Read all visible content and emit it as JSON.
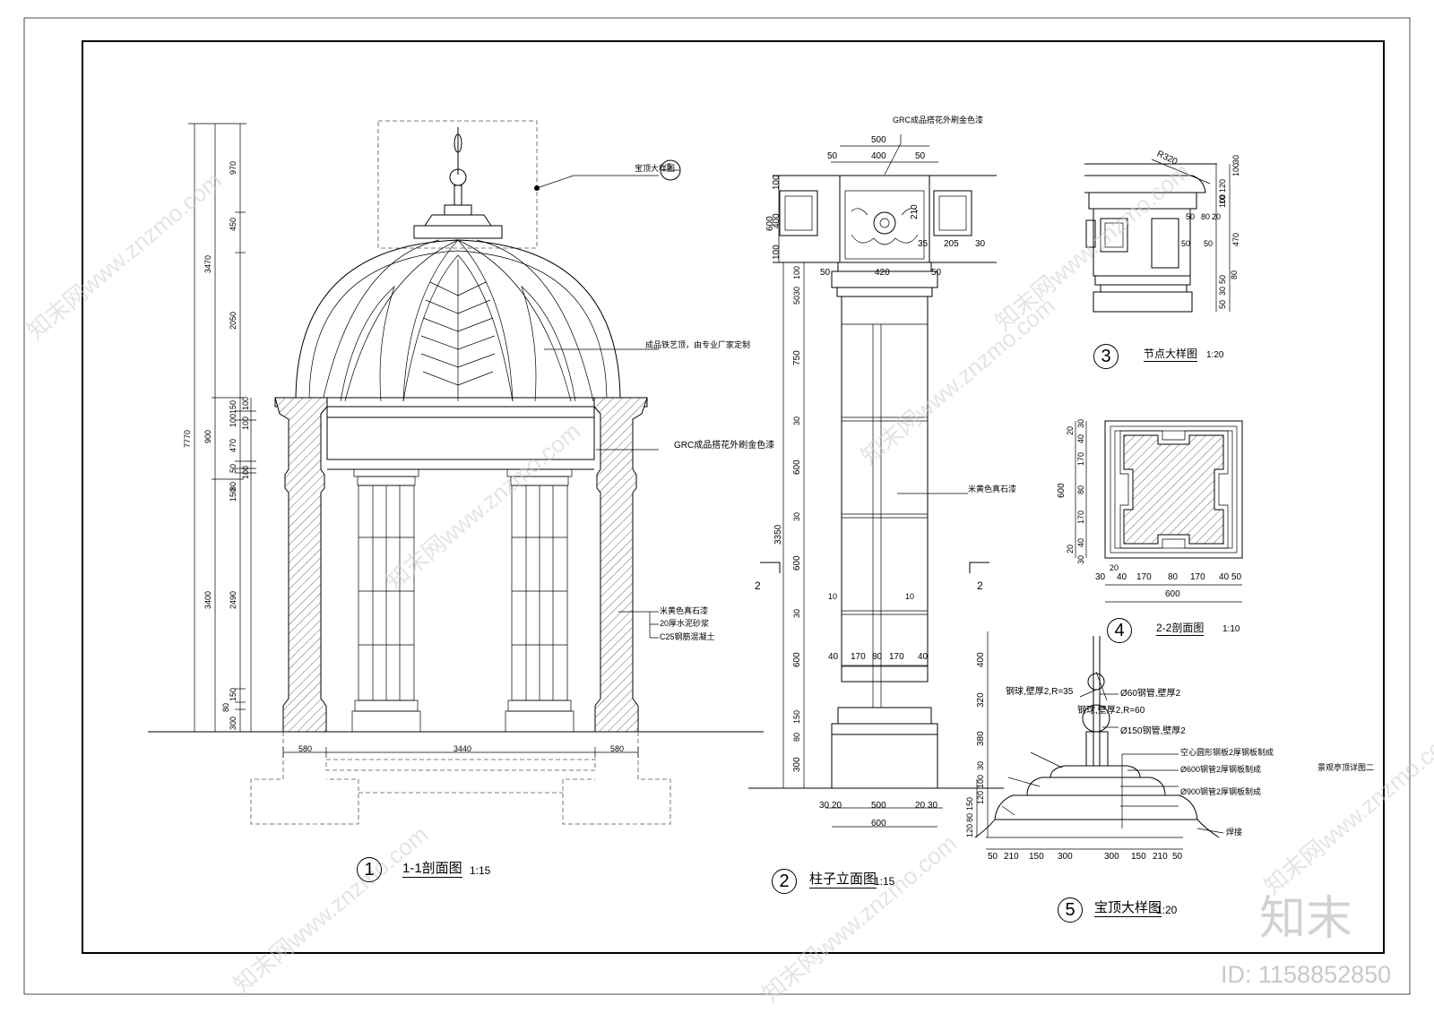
{
  "drawing": {
    "section_view": {
      "number": "1",
      "title": "1-1剖面图",
      "scale": "1:15",
      "note_roof": "成品铁艺顶，由专业厂家定制",
      "note_grc": "GRC成品搭花外刷金色漆",
      "note_material_1": "米黄色真石漆",
      "note_material_2": "20厚水泥砂浆",
      "note_material_3": "C25钢筋混凝土",
      "note_detail_ref": "宝顶大样图",
      "detail_ref_num": "5",
      "dims_outer": [
        "7770"
      ],
      "dims_mid": [
        "3470",
        "900",
        "3400"
      ],
      "dims_inner": [
        "970",
        "450",
        "2050",
        "150",
        "100",
        "470",
        "80",
        "50",
        "150",
        "2490",
        "150",
        "80",
        "300"
      ],
      "dims_inner2": [
        "100",
        "100",
        "100"
      ],
      "dims_bottom": [
        "580",
        "3440",
        "580"
      ]
    },
    "column_view": {
      "number": "2",
      "title": "柱子立面图",
      "scale": "1:15",
      "note_grc": "GRC成品搭花外刷金色漆",
      "note_stone": "米黄色真石漆",
      "section_mark": "2",
      "dims_top": [
        "500",
        "50",
        "400",
        "50"
      ],
      "dims_cap_side": [
        "100",
        "400",
        "100",
        "600"
      ],
      "dims_cap_right": [
        "210",
        "35",
        "205",
        "30"
      ],
      "dims_cap_bottom": [
        "50",
        "420",
        "50"
      ],
      "dims_height": [
        "3350"
      ],
      "dims_left": [
        "30",
        "100",
        "50",
        "750",
        "30",
        "600",
        "30",
        "600",
        "30",
        "600",
        "150",
        "80",
        "300"
      ],
      "dims_shaft": [
        "10",
        "10",
        "40",
        "170",
        "80",
        "170",
        "40"
      ],
      "dims_bottom": [
        "30",
        "20",
        "500",
        "20",
        "30"
      ],
      "dims_bottom_total": "600"
    },
    "node_view": {
      "number": "3",
      "title": "节点大样图",
      "scale": "1:20",
      "radius": "R320",
      "dims_right": [
        "30",
        "100",
        "120",
        "10",
        "100",
        "470",
        "50",
        "80",
        "30",
        "50"
      ],
      "dims_inner": [
        "50",
        "80",
        "20",
        "50",
        "50"
      ]
    },
    "section22_view": {
      "number": "4",
      "title": "2-2剖面图",
      "scale": "1:10",
      "dims_left": [
        "30",
        "20",
        "40",
        "170",
        "80",
        "170",
        "40",
        "20",
        "30"
      ],
      "dims_left_total": "600",
      "dims_bottom": [
        "30",
        "20",
        "40",
        "170",
        "80",
        "170",
        "40",
        "50"
      ],
      "dims_bottom_total": "600"
    },
    "finial_view": {
      "number": "5",
      "title": "宝顶大样图",
      "scale": "1:20",
      "note_1": "Ø60钢管,壁厚2",
      "note_2": "钢球,壁厚2,R=35",
      "note_3": "钢球,壁厚2,R=60",
      "note_4": "Ø150钢管,壁厚2",
      "note_5": "空心圆形钢板2厚钢板制成",
      "note_6": "Ø600钢管2厚钢板制成",
      "note_7": "Ø900钢管2厚钢板制成",
      "note_8": "焊接",
      "side_note": "景观亭顶详图二",
      "dims_left": [
        "400",
        "320",
        "380",
        "30",
        "100",
        "120",
        "150",
        "80",
        "120"
      ],
      "dims_bottom": [
        "50",
        "210",
        "150",
        "300",
        "300",
        "150",
        "210",
        "50"
      ]
    },
    "watermark": {
      "brand": "知末",
      "id_text": "ID: 1158852850",
      "site_text": "知末网www.znzmo.com"
    }
  }
}
